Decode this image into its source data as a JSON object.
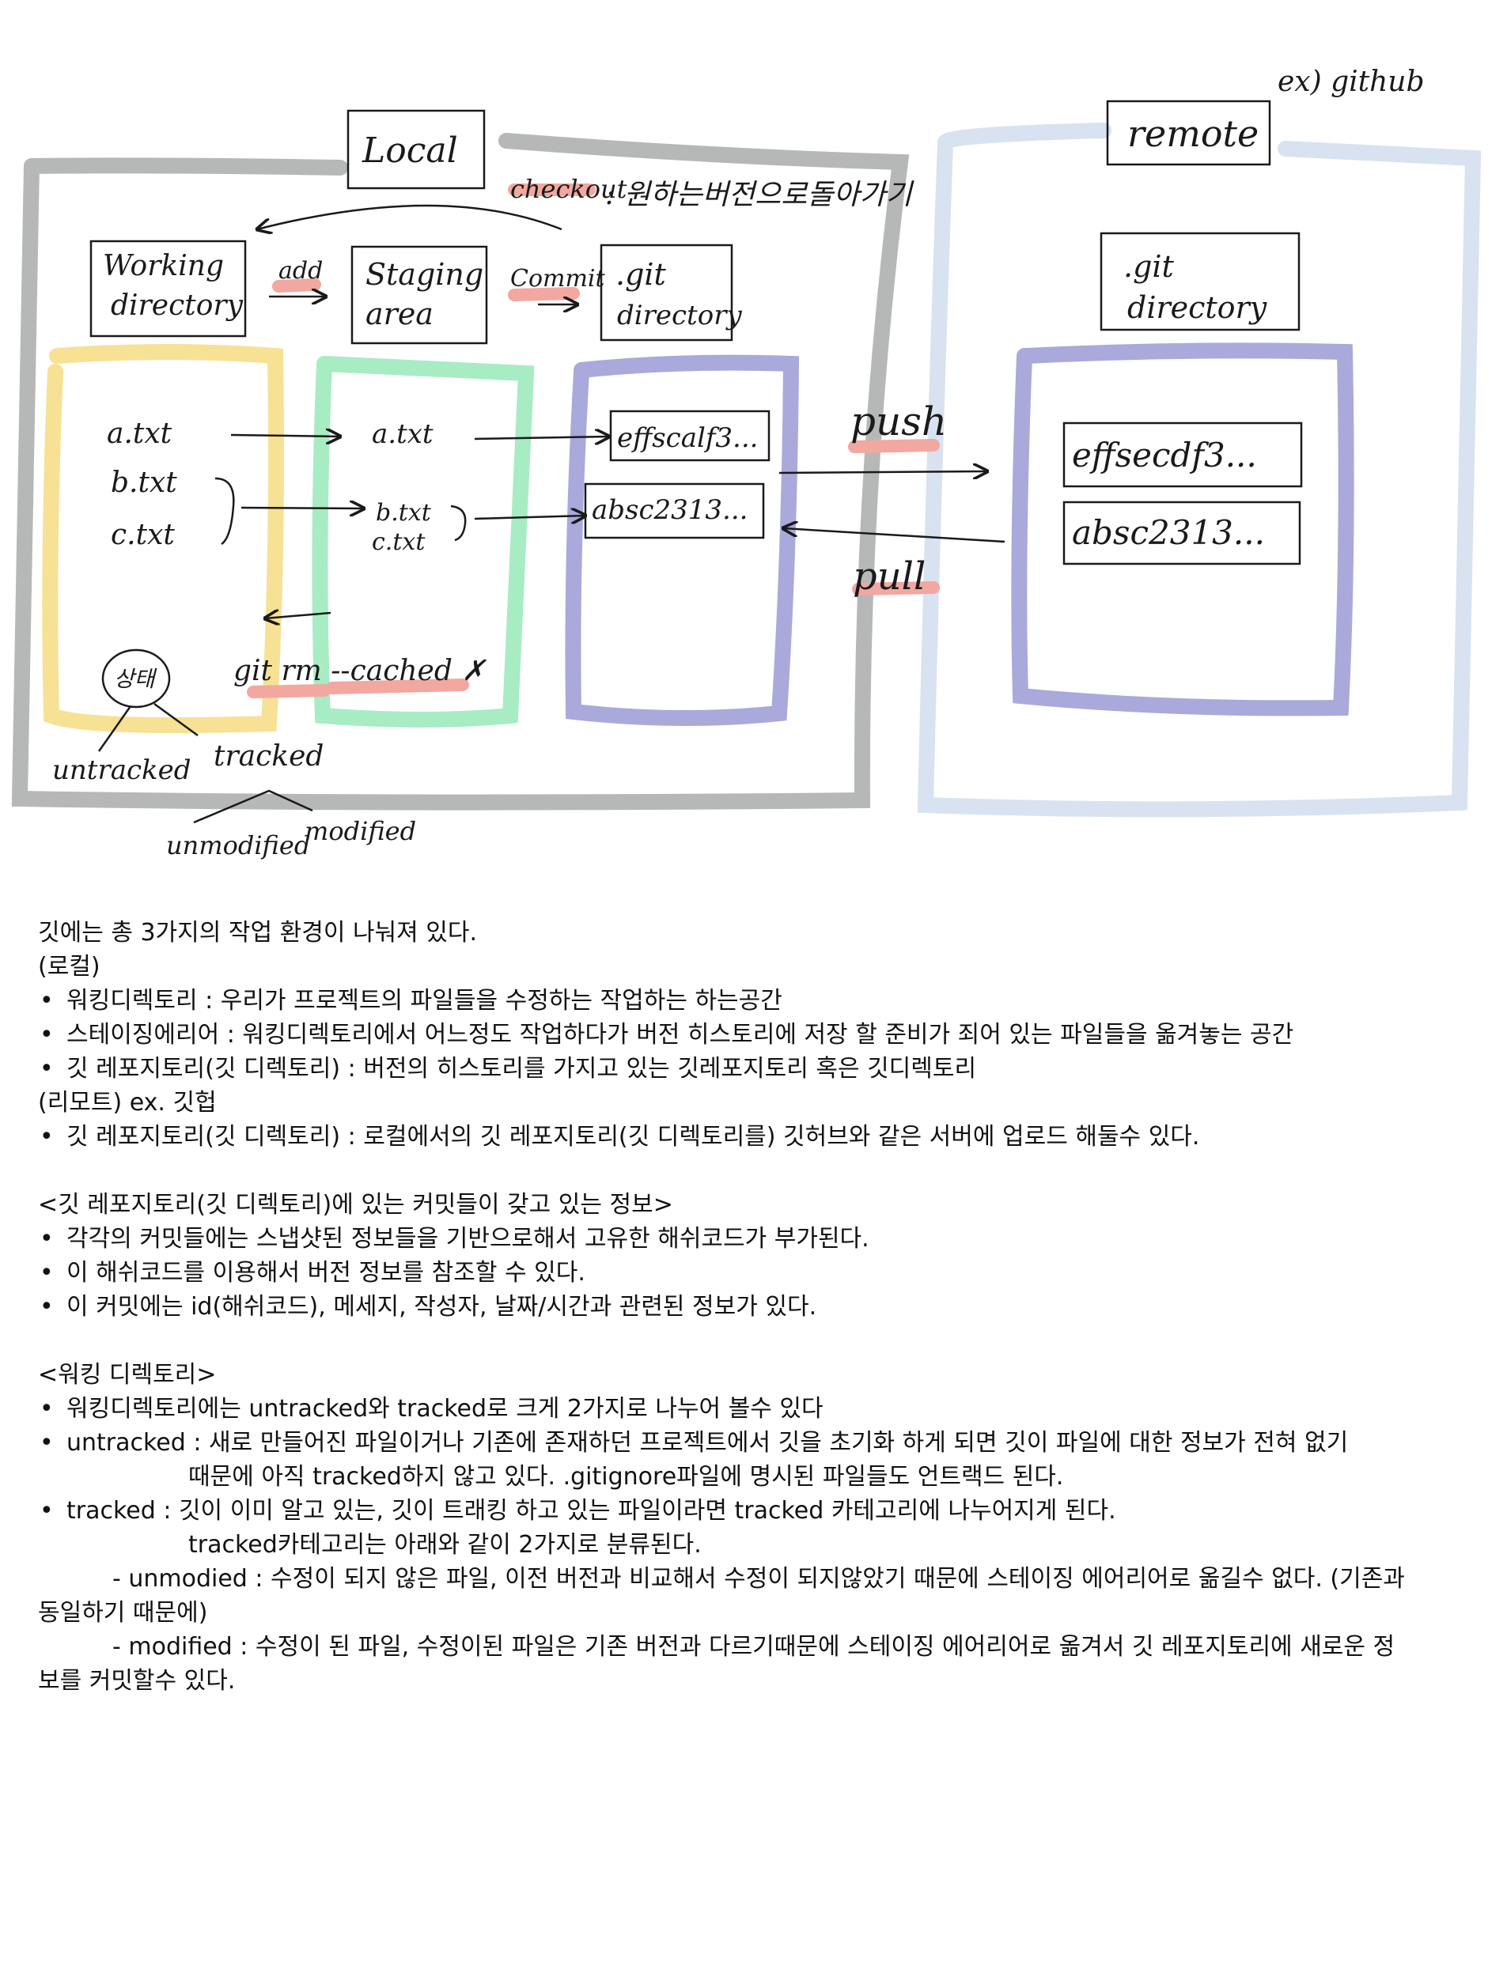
{
  "diagram": {
    "local": {
      "title": "Local",
      "checkout": "checkout",
      "checkout_desc": ": 원하는버전으로돌아가기",
      "working_directory": [
        "Working",
        "directory"
      ],
      "add": "add",
      "staging_area": [
        "Staging",
        "area"
      ],
      "commit": "Commit",
      "git_directory": [
        ".git",
        "directory"
      ],
      "wd_files": [
        "a.txt",
        "b.txt",
        "c.txt"
      ],
      "sa_files": [
        "a.txt",
        "b.txt",
        "c.txt"
      ],
      "commits": [
        "effscalf3...",
        "absc2313..."
      ],
      "git_rm": "git rm --cached ✗",
      "state": "상태",
      "untracked": "untracked",
      "tracked": "tracked",
      "unmodified": "unmodified",
      "modified": "modified"
    },
    "transfer": {
      "push": "push",
      "pull": "pull"
    },
    "remote": {
      "title": "remote",
      "example": "ex) github",
      "git_directory": [
        ".git",
        "directory"
      ],
      "commits": [
        "effsecdf3...",
        "absc2313..."
      ]
    },
    "colors": {
      "local_frame": "#b6b8b8",
      "remote_frame": "#d8e2f0",
      "working": "#f7e194",
      "staging": "#a8ecc4",
      "repo": "#a9a9dc",
      "highlight": "#f2a7a0"
    }
  },
  "notes": {
    "intro": "깃에는 총 3가지의 작업 환경이 나눠져 있다.",
    "local_heading": "(로컬)",
    "local_bullets": [
      "워킹디렉토리 : 우리가 프로젝트의 파일들을 수정하는 작업하는 하는공간",
      "스테이징에리어 : 워킹디렉토리에서 어느정도 작업하다가 버전 히스토리에 저장 할 준비가 죄어 있는 파일들을 옮겨놓는 공간",
      "깃 레포지토리(깃 디렉토리) : 버전의 히스토리를 가지고 있는 깃레포지토리 혹은 깃디렉토리"
    ],
    "remote_heading": "(리모트) ex. 깃헙",
    "remote_bullets": [
      "깃 레포지토리(깃 디렉토리) : 로컬에서의 깃 레포지토리(깃 디렉토리를) 깃허브와 같은 서버에 업로드 해둘수 있다."
    ],
    "commit_heading": "<깃 레포지토리(깃 디렉토리)에 있는 커밋들이 갖고 있는 정보>",
    "commit_bullets": [
      "각각의 커밋들에는 스냅샷된 정보들을 기반으로해서 고유한 해쉬코드가 부가된다.",
      "이 해쉬코드를 이용해서 버전 정보를 참조할 수 있다.",
      "이 커밋에는 id(해쉬코드), 메세지, 작성자, 날짜/시간과 관련된 정보가 있다."
    ],
    "wd_heading": "<워킹 디렉토리>",
    "wd_bullet_1": "워킹디렉토리에는 untracked와 tracked로 크게 2가지로 나누어 볼수 있다",
    "wd_bullet_2": "untracked : 새로 만들어진 파일이거나 기존에 존재하던 프로젝트에서 깃을 초기화 하게 되면 깃이 파일에 대한 정보가 전혀 없기",
    "wd_bullet_2_cont": "때문에 아직 tracked하지 않고 있다. .gitignore파일에 명시된 파일들도 언트랙드 된다.",
    "wd_bullet_3": "tracked : 깃이 이미 알고 있는, 깃이 트래킹 하고 있는 파일이라면 tracked 카테고리에 나누어지게 된다.",
    "wd_bullet_3_cont": "tracked카테고리는 아래와 같이 2가지로 분류된다.",
    "unmodified_line1": "- unmodied : 수정이 되지 않은 파일, 이전 버전과 비교해서 수정이 되지않았기 때문에 스테이징 에어리어로 옮길수 없다. (기존과",
    "unmodified_line2": "동일하기 때문에)",
    "modified_line1": "- modified : 수정이 된 파일, 수정이된 파일은 기존 버전과 다르기때문에 스테이징 에어리어로 옮겨서 깃 레포지토리에 새로운 정",
    "modified_line2": "보를 커밋할수 있다."
  }
}
